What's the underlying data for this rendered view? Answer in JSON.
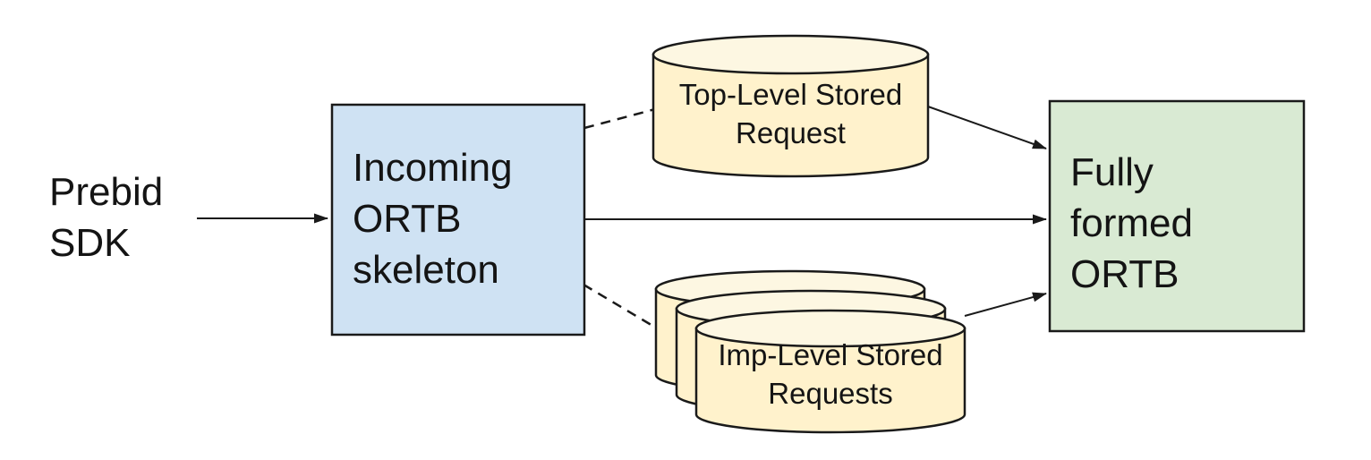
{
  "diagram": {
    "background": "#ffffff",
    "stroke_color": "#1a1a1a",
    "nodes": {
      "prebid_sdk": {
        "label": "Prebid\nSDK",
        "shape": "text"
      },
      "incoming_ortb": {
        "label": "Incoming\nORTB\nskeleton",
        "shape": "rectangle",
        "fill": "#cfe2f3",
        "border": "#1a1a1a"
      },
      "top_level_stored_request": {
        "label": "Top-Level Stored\nRequest",
        "shape": "cylinder",
        "fill": "#fff2cc",
        "fill_top": "#fdf7e2",
        "border": "#1a1a1a"
      },
      "imp_level_stored_requests": {
        "label": "Imp-Level Stored\nRequests",
        "shape": "cylinder-stack",
        "count": 3,
        "fill": "#fff2cc",
        "fill_top": "#fdf7e2",
        "border": "#1a1a1a"
      },
      "fully_formed_ortb": {
        "label": "Fully\nformed\nORTB",
        "shape": "rectangle",
        "fill": "#d9ead3",
        "border": "#1a1a1a"
      }
    },
    "edges": [
      {
        "from": "prebid_sdk",
        "to": "incoming_ortb",
        "style": "solid",
        "arrowhead": true
      },
      {
        "from": "incoming_ortb",
        "to": "top_level_stored_request",
        "style": "dashed",
        "arrowhead": false
      },
      {
        "from": "incoming_ortb",
        "to": "imp_level_stored_requests",
        "style": "dashed",
        "arrowhead": false
      },
      {
        "from": "incoming_ortb",
        "to": "fully_formed_ortb",
        "style": "solid",
        "arrowhead": true
      },
      {
        "from": "top_level_stored_request",
        "to": "fully_formed_ortb",
        "style": "solid",
        "arrowhead": true
      },
      {
        "from": "imp_level_stored_requests",
        "to": "fully_formed_ortb",
        "style": "solid",
        "arrowhead": true
      }
    ]
  }
}
